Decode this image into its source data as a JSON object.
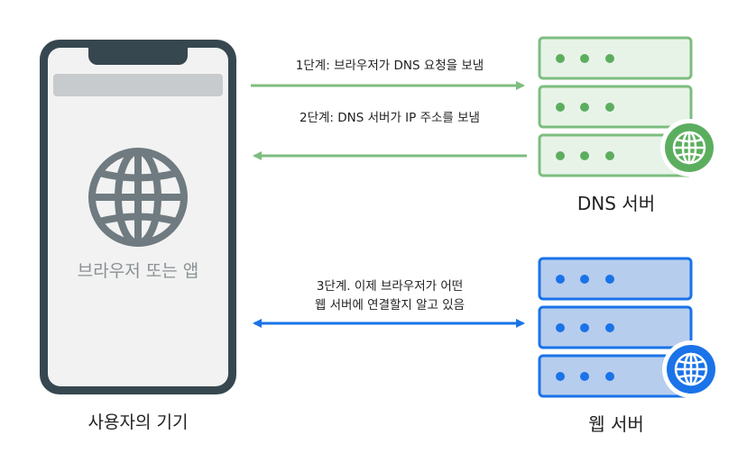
{
  "device": {
    "screen_label": "브라우저 또는 앱",
    "caption": "사용자의 기기",
    "icon": "globe-icon"
  },
  "arrows": {
    "step1": "1단계: 브라우저가 DNS 요청을 보냄",
    "step2": "2단계: DNS 서버가 IP 주소를 보냄",
    "step3_line1": "3단계. 이제 브라우저가 어떤",
    "step3_line2": "웹 서버에 연결할지 알고 있음"
  },
  "dns_server": {
    "caption": "DNS 서버",
    "icon": "server-rack-icon"
  },
  "web_server": {
    "caption": "웹 서버",
    "icon": "server-rack-icon"
  },
  "colors": {
    "device_frame": "#37474f",
    "device_screen": "#f2f2f2",
    "globe_gray": "#6f7b80",
    "green_stroke": "#7dbd7f",
    "green_fill": "#e8f3e8",
    "green_dot": "#5cae5f",
    "blue_stroke": "#1a73e8",
    "blue_fill": "#b7cdee",
    "blue_dot": "#1a73e8"
  }
}
